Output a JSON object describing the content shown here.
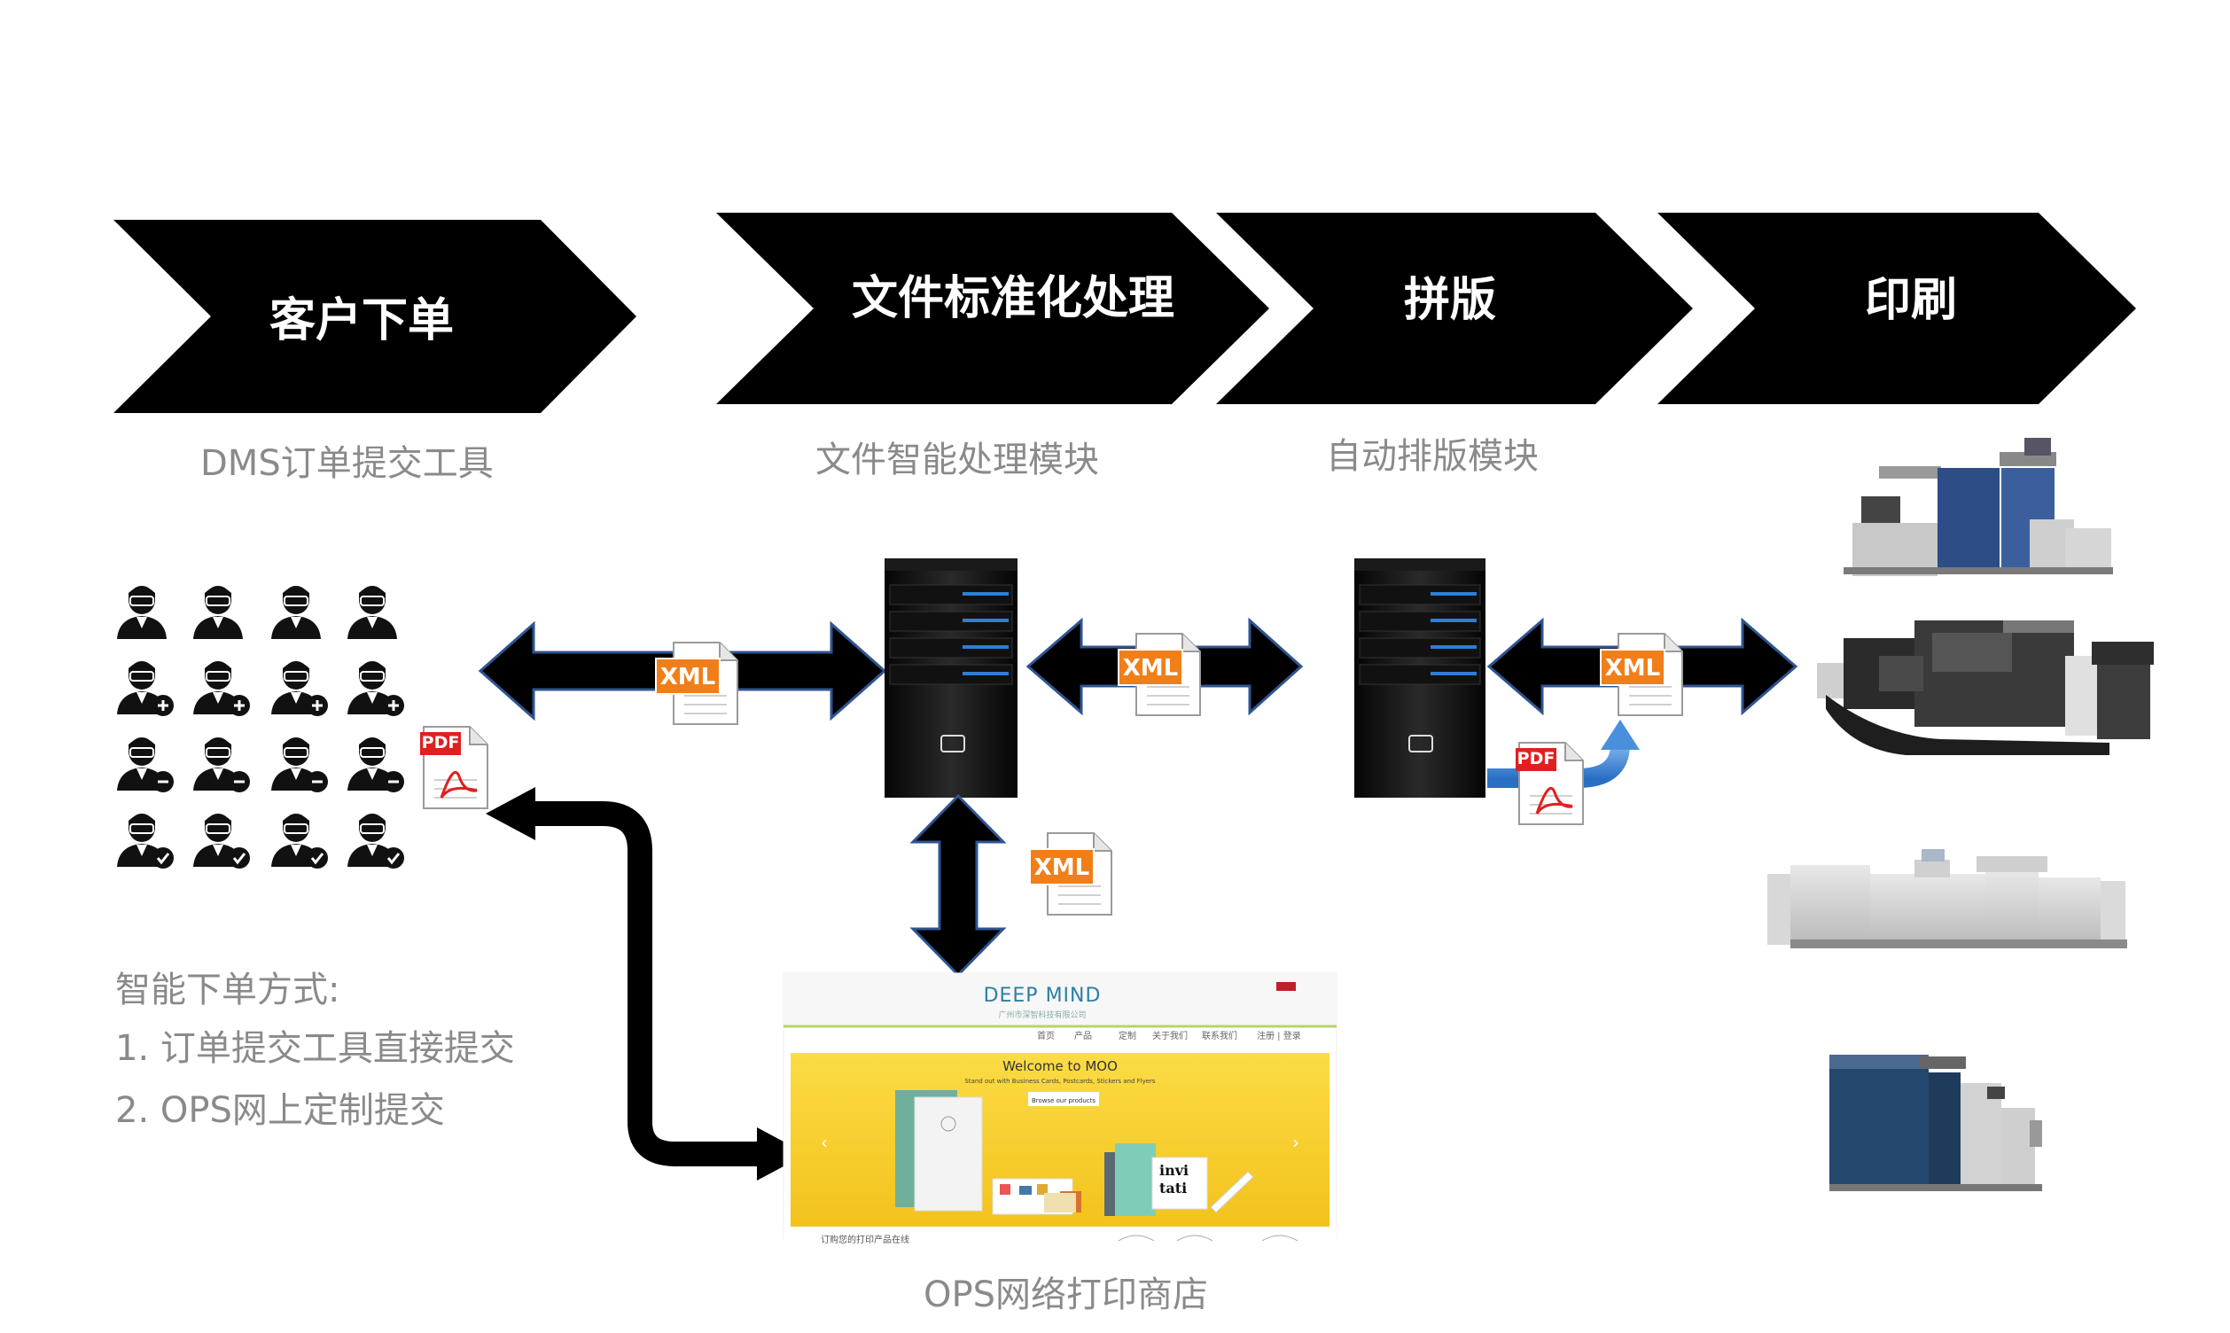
{
  "stages": [
    {
      "title": "客户下单",
      "subtitle": "DMS订单提交工具"
    },
    {
      "title": "文件标准化处理",
      "subtitle": "文件智能处理模块"
    },
    {
      "title": "拼版",
      "subtitle": "自动排版模块"
    },
    {
      "title": "印刷",
      "subtitle": ""
    }
  ],
  "file_badges": {
    "xml": "XML",
    "pdf": "PDF"
  },
  "ordering": {
    "heading": "智能下单方式:",
    "items": [
      "1. 订单提交工具直接提交",
      "2. OPS网上定制提交"
    ]
  },
  "ops_store": {
    "caption": "OPS网络打印商店",
    "brand": "DEEP MIND",
    "brand_sub": "广州市深智科技有限公司",
    "nav": [
      "首页",
      "产品",
      "定制",
      "关于我们",
      "联系我们",
      "注册 | 登录"
    ],
    "banner_title": "Welcome to MOO",
    "banner_sub": "Stand out with Business Cards, Postcards, Stickers and Flyers",
    "banner_button": "Browse our products",
    "footer_text": "订购您的打印产品在线"
  },
  "colors": {
    "chevron": "#000000",
    "xml_badge": "#f07f1a",
    "pdf_badge": "#e02020",
    "banner": "#f9d330",
    "label": "#8a8a8a",
    "server_light": "#2b7fd6"
  }
}
